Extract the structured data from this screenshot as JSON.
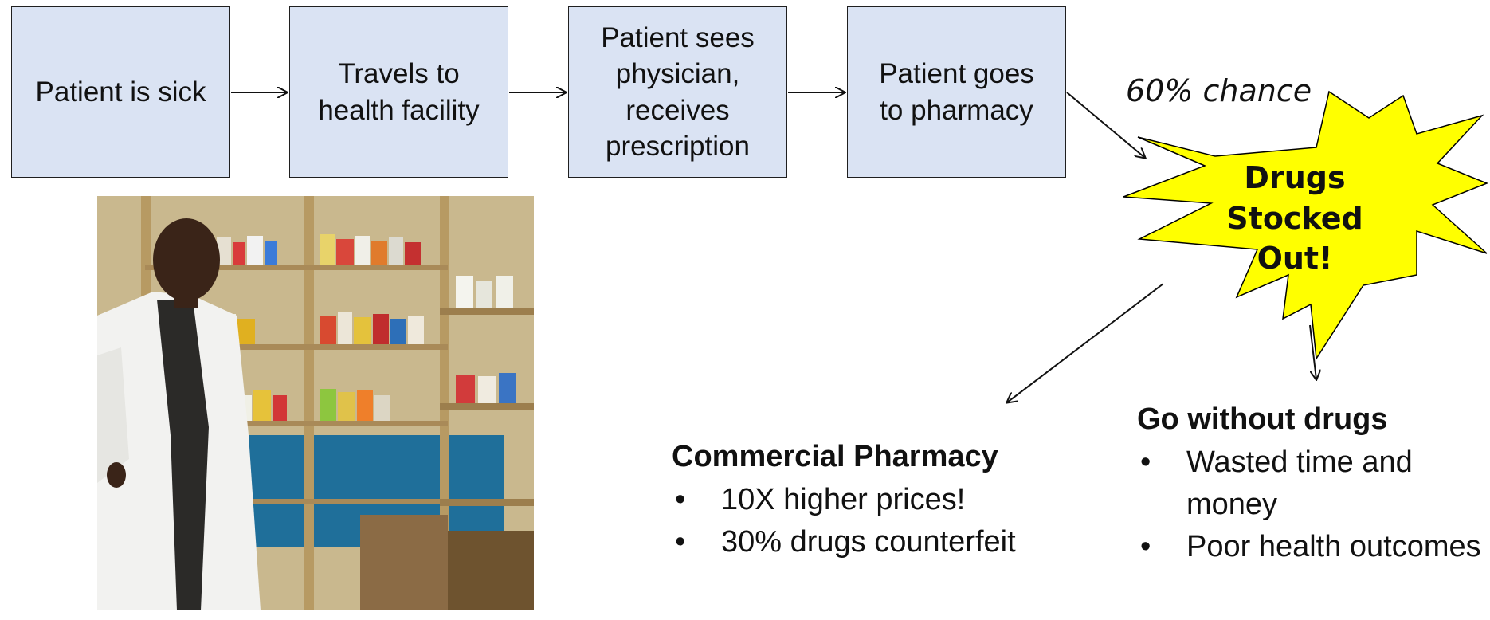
{
  "flow": {
    "steps": [
      "Patient is sick",
      "Travels to\nhealth facility",
      "Patient sees\nphysician,\nreceives\nprescription",
      "Patient goes\nto pharmacy"
    ]
  },
  "chance_label": "60% chance",
  "burst": {
    "text": "Drugs\nStocked\nOut!",
    "fill_color": "#ffff00",
    "outline_color": "#000000"
  },
  "box_color": "#dae3f3",
  "photo": {
    "subject": "pharmacist-in-white-coat-in-stocked-pharmacy"
  },
  "outcomes": {
    "commercial": {
      "title": "Commercial Pharmacy",
      "items": [
        "10X higher prices!",
        "30% drugs counterfeit"
      ]
    },
    "without": {
      "title": "Go without drugs",
      "items": [
        "Wasted time and money",
        "Poor health outcomes"
      ]
    }
  }
}
